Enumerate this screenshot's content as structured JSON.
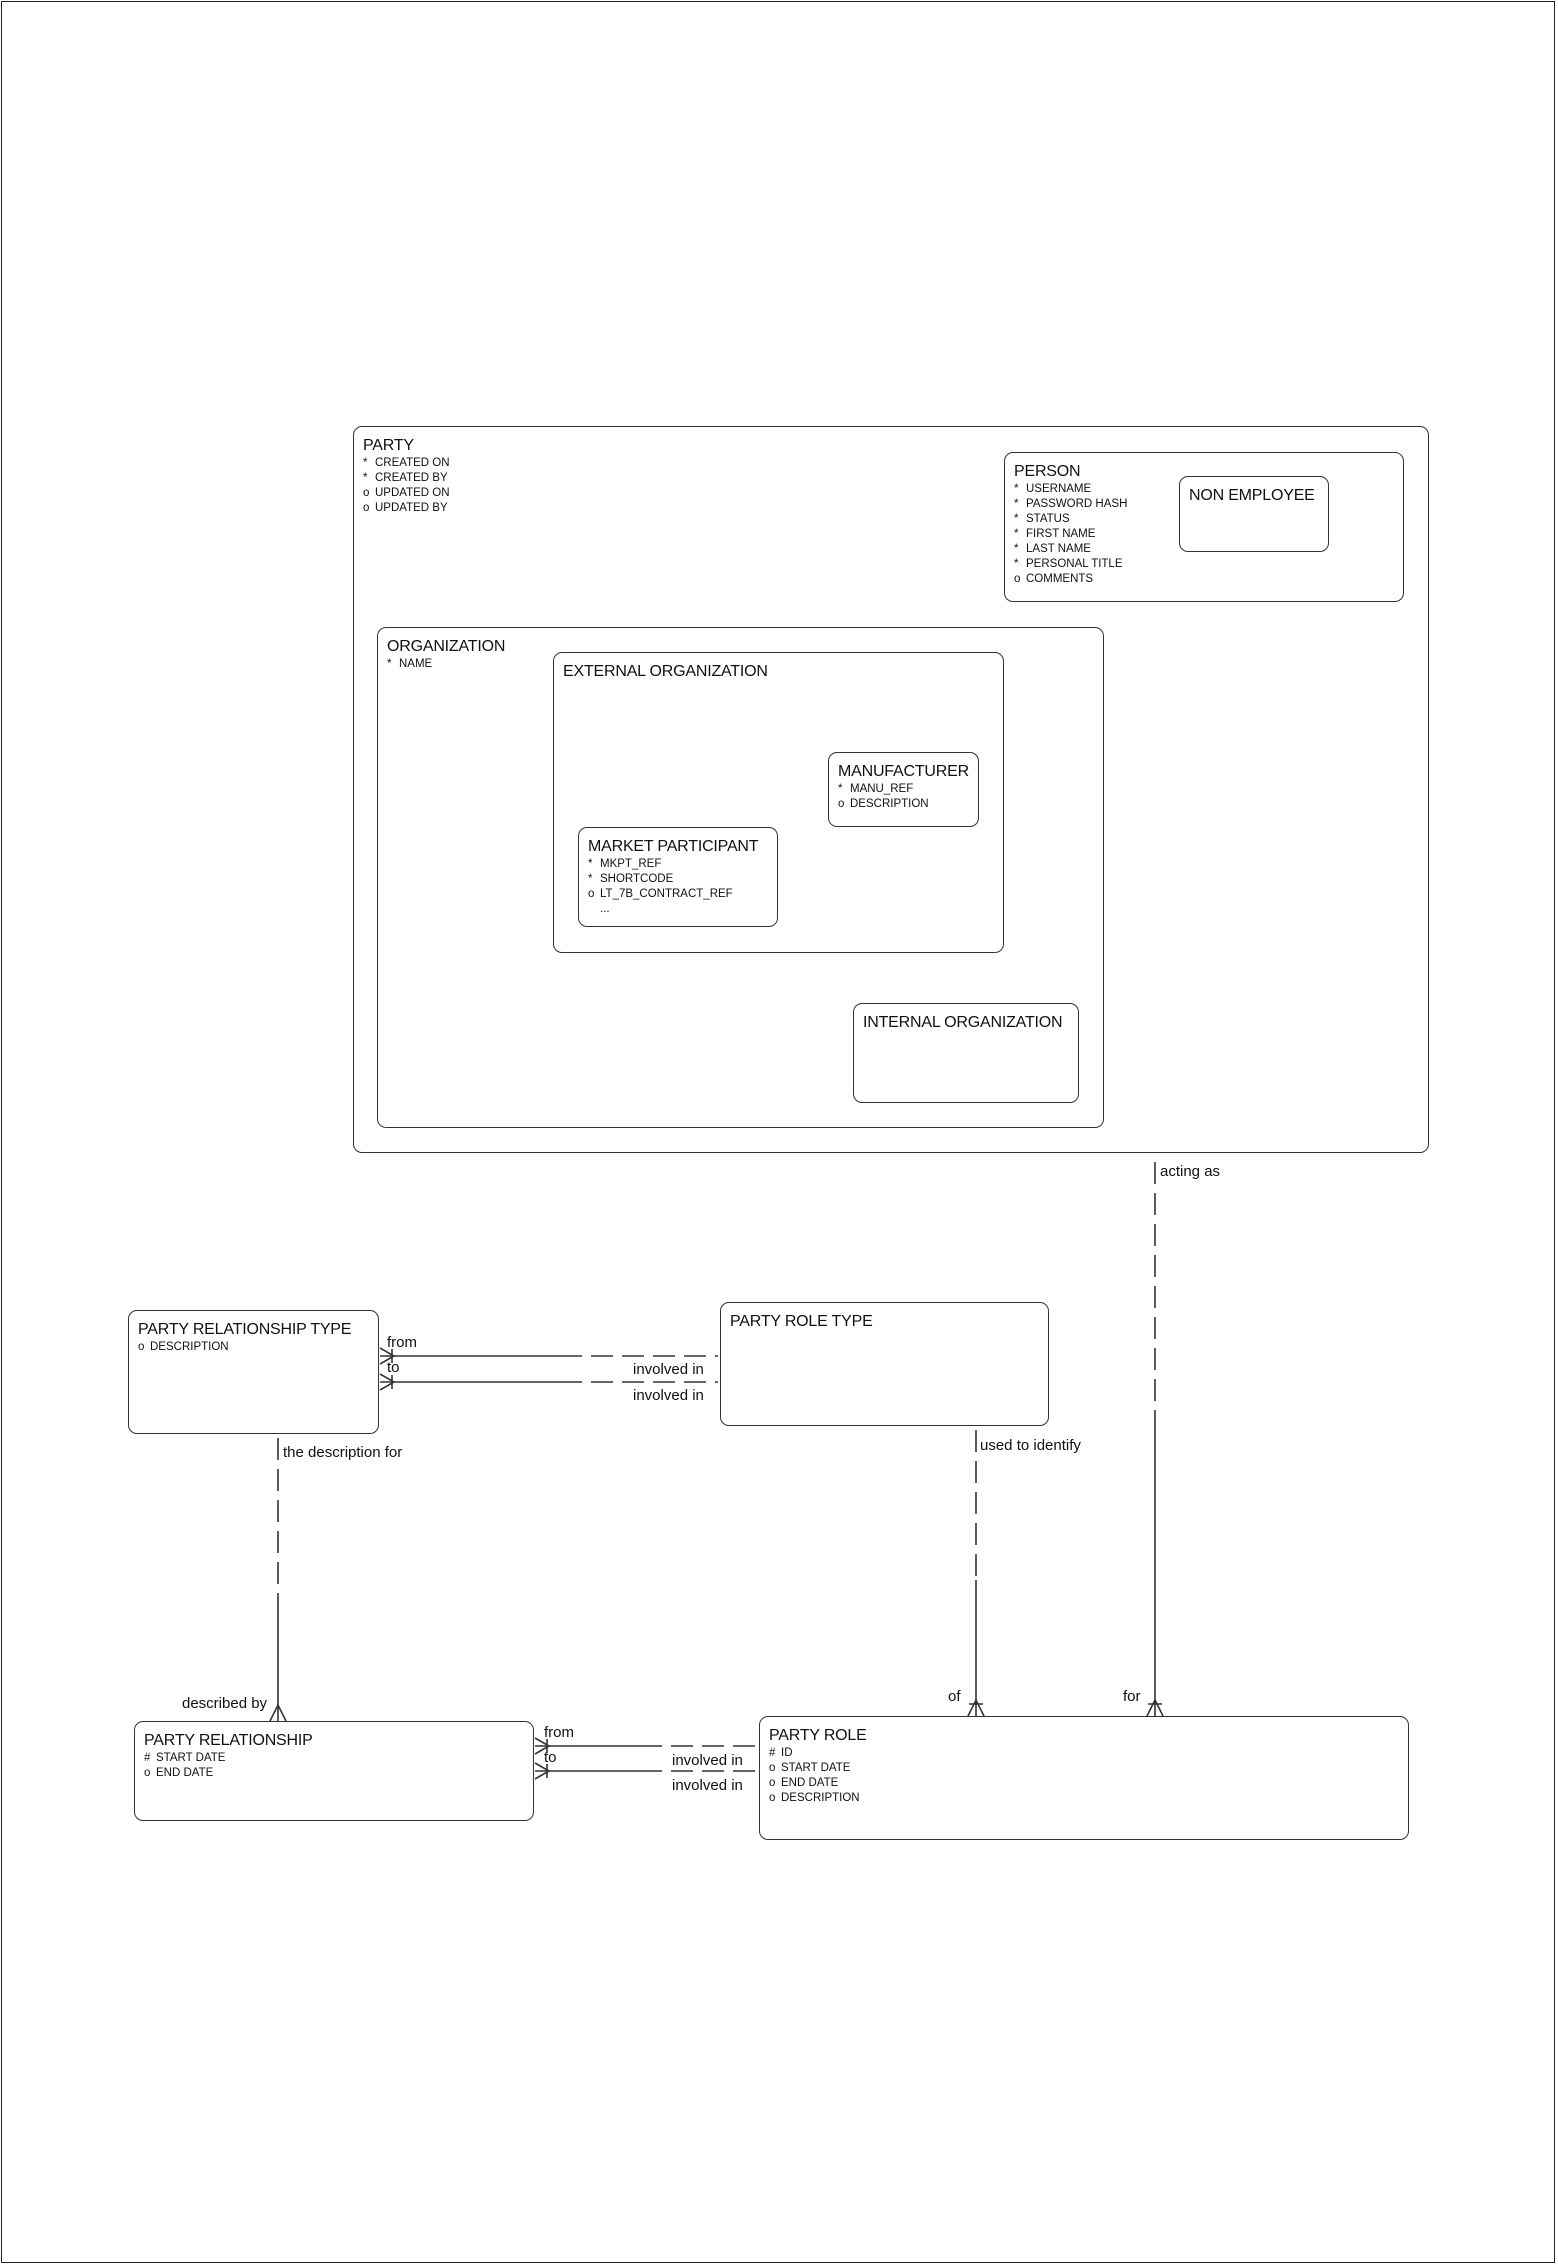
{
  "entities": {
    "party": {
      "title": "PARTY",
      "attributes": [
        {
          "mark": "*",
          "name": "CREATED ON"
        },
        {
          "mark": "*",
          "name": "CREATED BY"
        },
        {
          "mark": "o",
          "name": "UPDATED ON"
        },
        {
          "mark": "o",
          "name": "UPDATED BY"
        }
      ]
    },
    "person": {
      "title": "PERSON",
      "attributes": [
        {
          "mark": "*",
          "name": "USERNAME"
        },
        {
          "mark": "*",
          "name": "PASSWORD HASH"
        },
        {
          "mark": "*",
          "name": "STATUS"
        },
        {
          "mark": "*",
          "name": "FIRST NAME"
        },
        {
          "mark": "*",
          "name": "LAST NAME"
        },
        {
          "mark": "*",
          "name": "PERSONAL TITLE"
        },
        {
          "mark": "o",
          "name": "COMMENTS"
        }
      ]
    },
    "non_employee": {
      "title": "NON EMPLOYEE"
    },
    "organization": {
      "title": "ORGANIZATION",
      "attributes": [
        {
          "mark": "*",
          "name": "NAME"
        }
      ]
    },
    "external_organization": {
      "title": "EXTERNAL ORGANIZATION"
    },
    "manufacturer": {
      "title": "MANUFACTURER",
      "attributes": [
        {
          "mark": "*",
          "name": "MANU_REF"
        },
        {
          "mark": "o",
          "name": "DESCRIPTION"
        }
      ]
    },
    "market_participant": {
      "title": "MARKET PARTICIPANT",
      "attributes": [
        {
          "mark": "*",
          "name": "MKPT_REF"
        },
        {
          "mark": "*",
          "name": "SHORTCODE"
        },
        {
          "mark": "o",
          "name": "LT_7B_CONTRACT_REF"
        },
        {
          "mark": "",
          "name": "..."
        }
      ]
    },
    "internal_organization": {
      "title": "INTERNAL ORGANIZATION"
    },
    "party_relationship_type": {
      "title": "PARTY RELATIONSHIP TYPE",
      "attributes": [
        {
          "mark": "o",
          "name": "DESCRIPTION"
        }
      ]
    },
    "party_role_type": {
      "title": "PARTY ROLE TYPE"
    },
    "party_relationship": {
      "title": "PARTY RELATIONSHIP",
      "attributes": [
        {
          "mark": "#",
          "name": "START DATE"
        },
        {
          "mark": "o",
          "name": "END DATE"
        }
      ]
    },
    "party_role": {
      "title": "PARTY ROLE",
      "attributes": [
        {
          "mark": "#",
          "name": "ID"
        },
        {
          "mark": "o",
          "name": "START DATE"
        },
        {
          "mark": "o",
          "name": "END DATE"
        },
        {
          "mark": "o",
          "name": "DESCRIPTION"
        }
      ]
    }
  },
  "relationship_labels": {
    "acting_as": "acting as",
    "for": "for",
    "from_rt": "from",
    "to_rt": "to",
    "involved_in_rt_1": "involved in",
    "involved_in_rt_2": "involved in",
    "the_description_for": "the description for",
    "described_by": "described by",
    "used_to_identify": "used to identify",
    "of": "of",
    "from_pr": "from",
    "to_pr": "to",
    "involved_in_pr_1": "involved in",
    "involved_in_pr_2": "involved in"
  }
}
